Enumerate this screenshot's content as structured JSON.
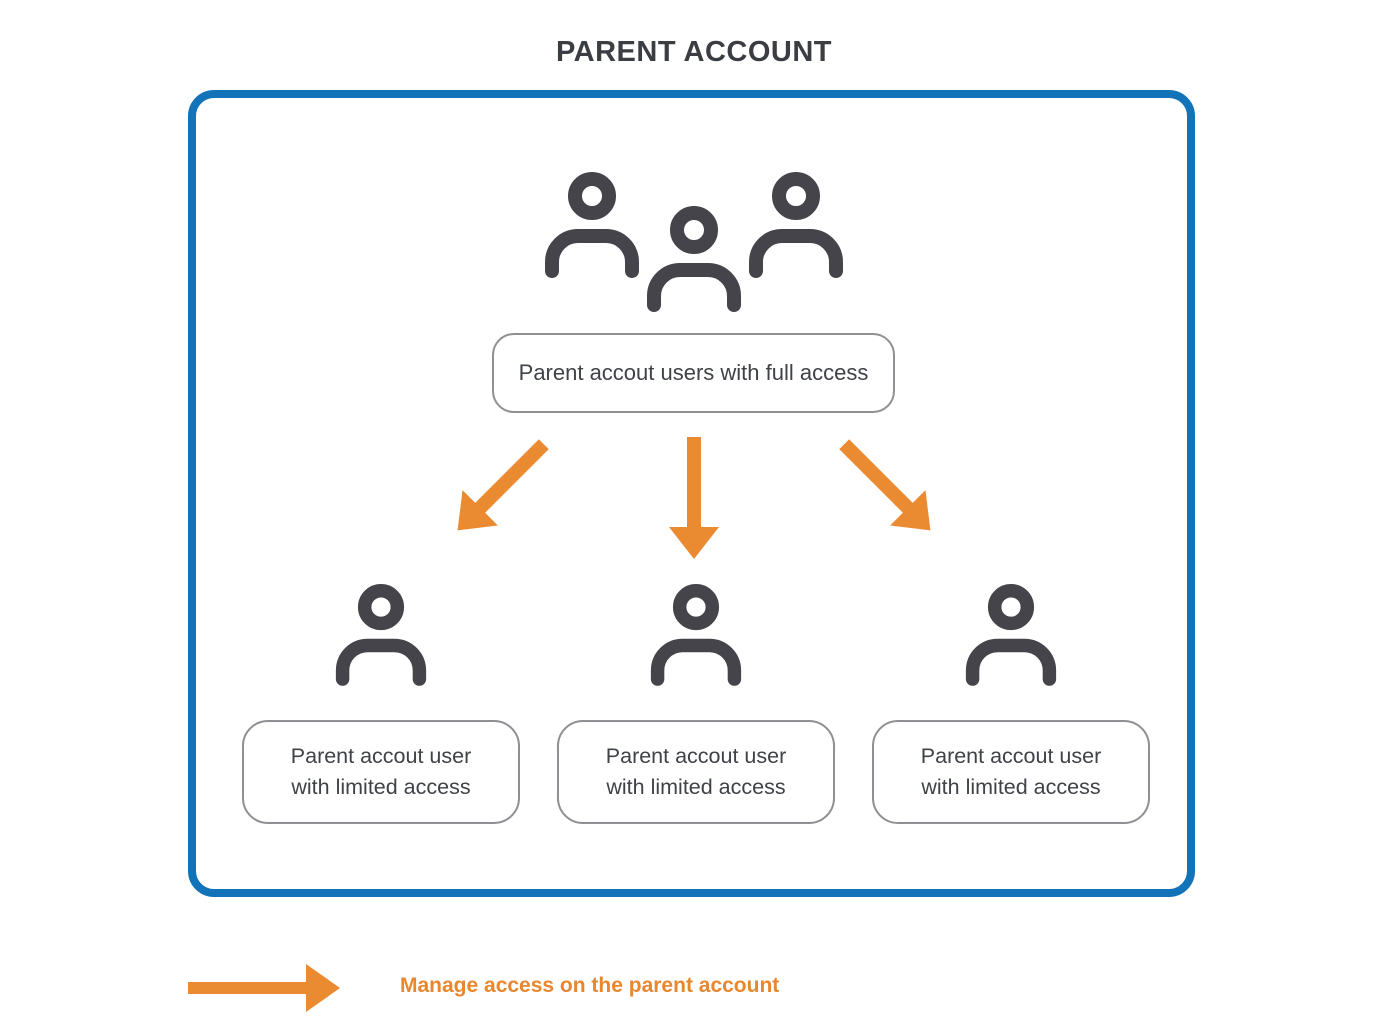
{
  "title": "PARENT ACCOUNT",
  "box": {
    "full_access_label": "Parent accout users with full access",
    "limited_nodes": [
      {
        "line1": "Parent accout user",
        "line2": "with limited access"
      },
      {
        "line1": "Parent accout user",
        "line2": "with limited access"
      },
      {
        "line1": "Parent accout user",
        "line2": "with limited access"
      }
    ]
  },
  "legend": {
    "label": "Manage access on the parent account"
  },
  "icons": {
    "top": "group-users-icon",
    "children": [
      "single-user-icon",
      "single-user-icon",
      "single-user-icon"
    ],
    "flow_arrows": [
      "down-left-arrow-icon",
      "down-arrow-icon",
      "down-right-arrow-icon"
    ],
    "legend_arrow": "right-arrow-icon"
  },
  "colors": {
    "border_blue": "#1373b9",
    "arrow_orange": "#ea8b31",
    "legend_text_orange": "#e8872e",
    "icon_dark_gray": "#45444a",
    "pill_border_gray": "#8e9093",
    "text_dark": "#3f4247",
    "title_dark": "#3a3d42"
  }
}
